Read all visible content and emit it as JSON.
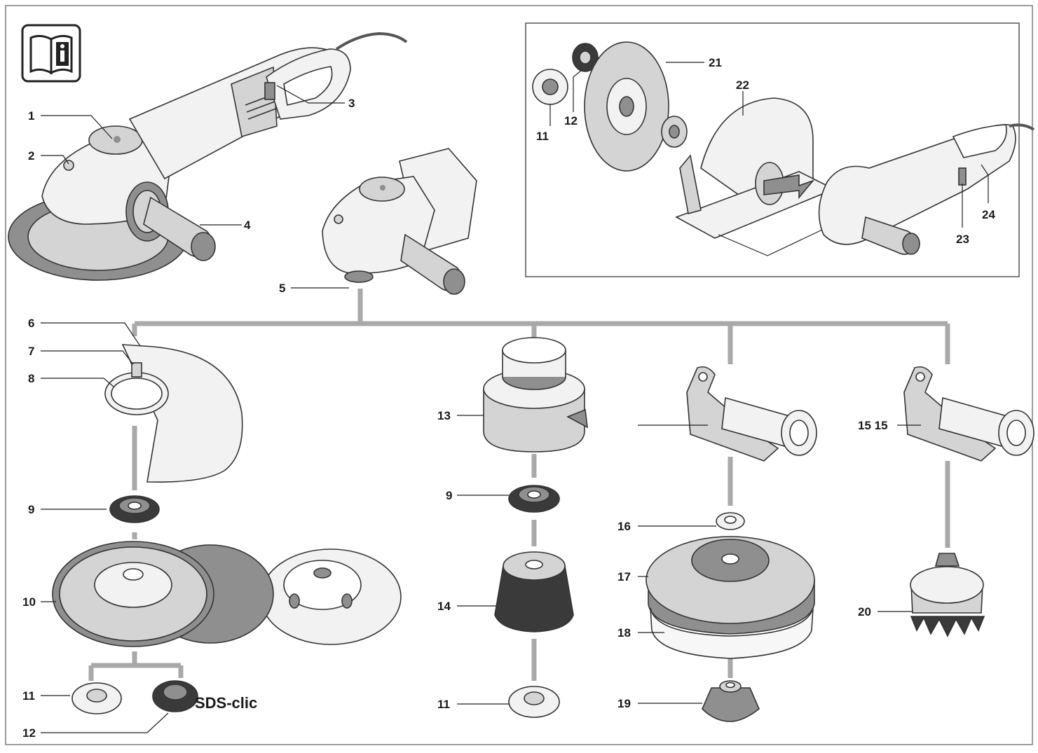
{
  "colors": {
    "background": "#ffffff",
    "frame": "#7a7a7a",
    "connector": "#a9a9a9",
    "part_light": "#f2f2f2",
    "part_mid": "#d4d4d4",
    "part_dark": "#8f8f8f",
    "outline": "#333333"
  },
  "icons": [
    "read-manual-info-icon"
  ],
  "callouts": {
    "c1": "1",
    "c2": "2",
    "c3": "3",
    "c4": "4",
    "c5": "5",
    "c6": "6",
    "c7": "7",
    "c8": "8",
    "c9a": "9",
    "c9b": "9",
    "c10": "10",
    "c11a": "11",
    "c11b": "11",
    "c11c": "11",
    "c12a": "12",
    "c12b": "12",
    "c13": "13",
    "c14": "14",
    "c15": "15 15",
    "c16": "16",
    "c17": "17",
    "c18": "18",
    "c19": "19",
    "c20": "20",
    "c21": "21",
    "c22": "22",
    "c23": "23",
    "c24": "24"
  },
  "sds_label": "SDS-clic"
}
